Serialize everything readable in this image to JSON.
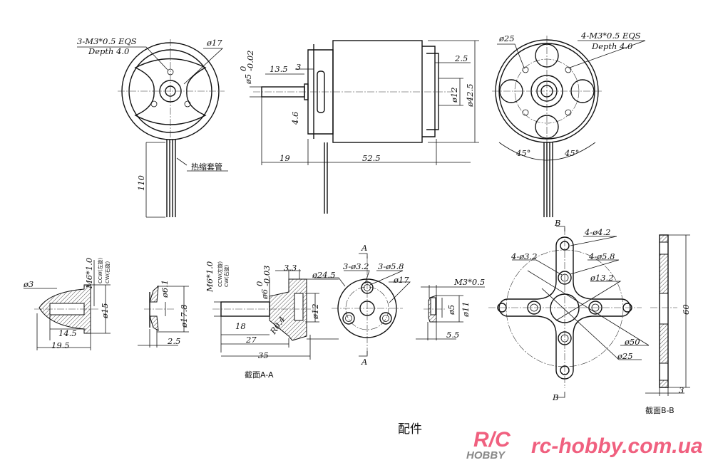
{
  "top_left_view": {
    "thread": "3-M3*0.5 EQS",
    "depth": "Depth 4.0",
    "dia": "ø17",
    "sleeve": "热缩套管",
    "lead_length": "110"
  },
  "side_view": {
    "shaft_len": "13.5",
    "step": "3",
    "shaft_dia": "ø5",
    "shaft_tol_top": "0",
    "shaft_tol_bottom": "-0.02",
    "offset": "4.6",
    "front": "19",
    "body_len": "52.5",
    "rear": "2.5",
    "hub_dia": "ø12",
    "body_dia": "ø42.5"
  },
  "top_right_view": {
    "bolt_circle": "ø25",
    "thread": "4-M3*0.5 EQS",
    "depth": "Depth 4.0",
    "angle_left": "45°",
    "angle_right": "45°"
  },
  "spinner": {
    "thread": "M6*1.0",
    "ccw": "CCW(左旋)",
    "cw": "CW(右旋)",
    "tip_dia": "ø3",
    "dia": "ø15",
    "len1": "14.5",
    "len2": "19.5"
  },
  "washer": {
    "inner": "ø6.1",
    "outer": "ø17.8",
    "thickness": "2.5"
  },
  "prop_shaft": {
    "thread": "M6*1.0",
    "ccw": "CCW(左旋)",
    "cw": "CW(右旋)",
    "dia": "ø6",
    "tol_top": "0",
    "tol_bottom": "-0.03",
    "flange": "3.3",
    "hub": "ø12",
    "radius": "R0.4",
    "len_18": "18",
    "len_27": "27",
    "len_35": "35",
    "section": "截面A-A"
  },
  "prop_adapter": {
    "section_mark": "A",
    "holes": "3-ø3.2",
    "counterbore": "3-ø5.8",
    "outer": "ø24.5",
    "inner": "ø17"
  },
  "nut": {
    "thread": "M3*0.5",
    "inner": "ø5",
    "outer": "ø11",
    "len": "5.5"
  },
  "x_mount": {
    "section_mark": "B",
    "outer_holes": "4-ø4.2",
    "inner_holes": "4-ø3.2",
    "counterbore": "4-ø5.8",
    "center": "ø13.2",
    "circle50": "ø50",
    "circle25": "ø25"
  },
  "section_b": {
    "height": "60",
    "thickness": "3",
    "section": "截面B-B"
  },
  "caption": "配件",
  "watermark": {
    "logo_top": "R/C",
    "logo_bottom": "HOBBY",
    "url": "rc-hobby.com.ua"
  },
  "colors": {
    "watermark": "#f0607f",
    "ink": "#111111"
  }
}
